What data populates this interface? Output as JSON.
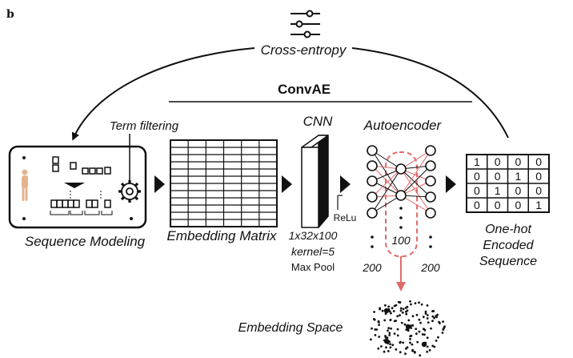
{
  "panel_label": "b",
  "loss": {
    "label": "Cross-entropy",
    "icon": "sliders-icon"
  },
  "convae": {
    "title": "ConvAE"
  },
  "sequence_modeling": {
    "label": "Sequence Modeling",
    "filter_label": "Term filtering",
    "icons": [
      "human-body-icon",
      "gear-icon"
    ]
  },
  "embedding_matrix": {
    "label": "Embedding Matrix"
  },
  "cnn": {
    "title": "CNN",
    "activation": "ReLu",
    "params": [
      "1x32x100",
      "kernel=5"
    ],
    "pool": "Max Pool"
  },
  "autoencoder": {
    "title": "Autoencoder",
    "input_size": "200",
    "hidden_size": "100",
    "output_size": "200"
  },
  "onehot": {
    "label_lines": [
      "One-hot",
      "Encoded",
      "Sequence"
    ],
    "matrix": [
      [
        "1",
        "0",
        "0",
        "0"
      ],
      [
        "0",
        "0",
        "1",
        "0"
      ],
      [
        "0",
        "1",
        "0",
        "0"
      ],
      [
        "0",
        "0",
        "0",
        "1"
      ]
    ]
  },
  "embedding_space": {
    "label": "Embedding Space"
  },
  "colors": {
    "ink": "#111111",
    "accent": "#e06a6a",
    "figure": "#e3b48f"
  }
}
